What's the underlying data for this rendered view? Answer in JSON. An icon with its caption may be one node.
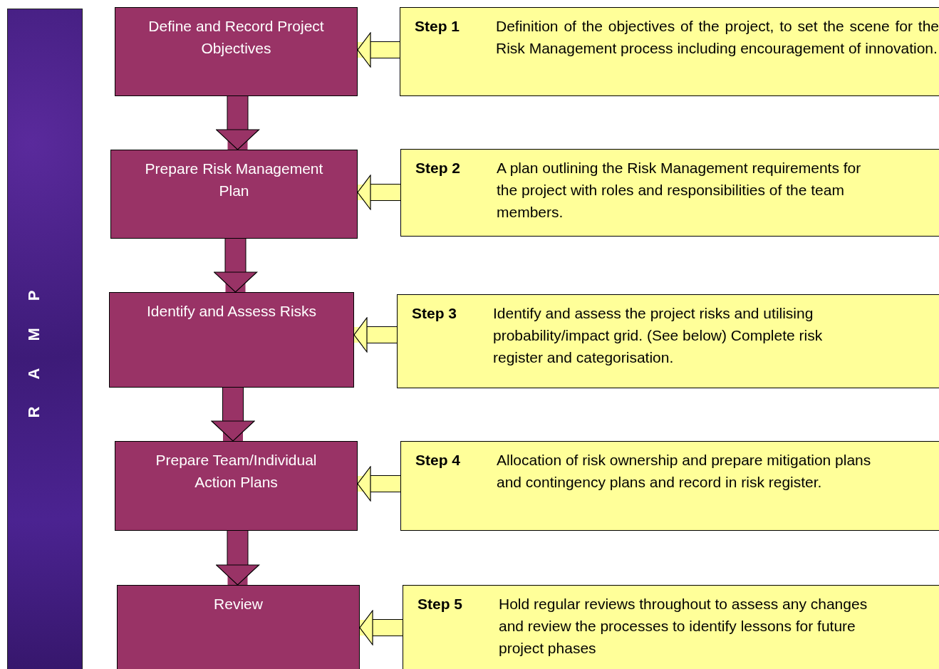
{
  "diagram": {
    "nodes": [
      {
        "text": [
          "Define and Record Project Objectives"
        ]
      },
      {
        "text": [
          "Prepare Risk Management Plan"
        ]
      },
      {
        "text": [
          "Identify and Assess Risks"
        ]
      },
      {
        "text": [
          "Prepare Team/Individual Action Plans"
        ]
      },
      {
        "text": [
          "Review"
        ]
      },
      {
        "text": [
          "Step 1",
          "Definition of the objectives of the project, to set the scene for the Risk Management process including encouragement of innovation."
        ]
      },
      {
        "text": [
          "Step 2",
          "A plan outlining the Risk Management requirements for the project with roles and responsibilities of the team members."
        ]
      },
      {
        "text": [
          "Step 3",
          "Identify and assess the project risks and utilising probability/impact grid. (See below)  Complete risk register and categorisation."
        ]
      },
      {
        "text": [
          "Step 4",
          "Allocation of risk ownership and prepare mitigation plans and contingency plans and record in risk register."
        ]
      },
      {
        "text": [
          "Step 5",
          "Hold regular reviews throughout to assess any changes and review the processes to identify lessons for future project phases"
        ]
      }
    ],
    "edges": [
      {
        "from": 0,
        "to": 1,
        "arrow": "to",
        "color": "#993366"
      },
      {
        "from": 1,
        "to": 2,
        "arrow": "to",
        "color": "#993366"
      },
      {
        "from": 2,
        "to": 3,
        "arrow": "to",
        "color": "#993366"
      },
      {
        "from": 3,
        "to": 4,
        "arrow": "to",
        "color": "#993366"
      },
      {
        "from": 5,
        "to": 0,
        "arrow": "to"
      },
      {
        "from": 6,
        "to": 1,
        "arrow": "to"
      },
      {
        "from": 7,
        "to": 2,
        "arrow": "to"
      },
      {
        "from": 8,
        "to": 3,
        "arrow": "to"
      },
      {
        "from": 9,
        "to": 4,
        "arrow": "to"
      }
    ],
    "labels": [
      "RAMP"
    ]
  }
}
